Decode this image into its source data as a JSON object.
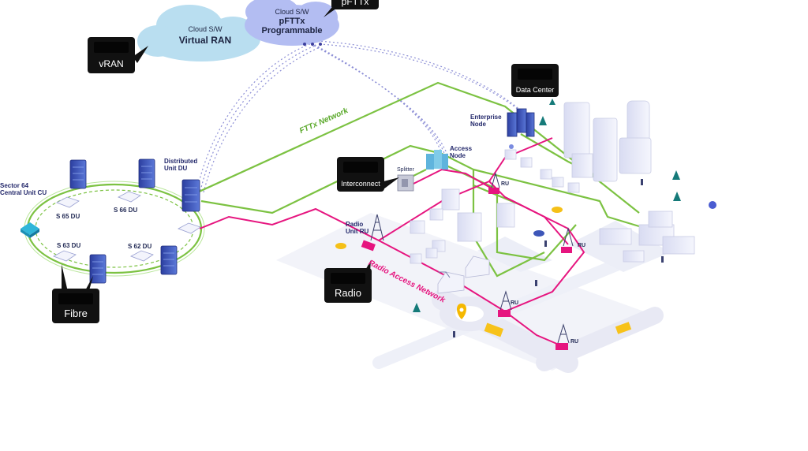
{
  "clouds": {
    "vran": {
      "kicker": "Cloud S/W",
      "title": "Virtual RAN"
    },
    "pfttx": {
      "kicker": "Cloud S/W",
      "title_line1": "pFTTx",
      "title_line2": "Programmable"
    }
  },
  "callouts": {
    "vran": "vRAN",
    "pfttx": "pFTTx",
    "data_center": "Data Center",
    "interconnect": "Interconnect",
    "radio": "Radio",
    "fibre": "Fibre"
  },
  "labels": {
    "central_unit_line1": "Sector 64",
    "central_unit_line2": "Central Unit CU",
    "distributed_line1": "Distributed",
    "distributed_line2": "Unit DU",
    "enterprise_line1": "Enterprise",
    "enterprise_line2": "Node",
    "access_line1": "Access",
    "access_line2": "Node",
    "splitter": "Splitter",
    "radio_unit_line1": "Radio",
    "radio_unit_line2": "Unit RU",
    "ftx_network": "FTTx Network",
    "radio_access_network": "Radio Access Network",
    "du_s65": "S 65 DU",
    "du_s66": "S 66 DU",
    "du_s63": "S 63 DU",
    "du_s62": "S 62 DU",
    "ru": "RU"
  },
  "colors": {
    "fibre_green": "#7cc242",
    "radio_magenta": "#e6157f",
    "cloud_blue": "#b9def0",
    "cloud_lavender": "#b3bdf2",
    "server_blue": "#3d56b8",
    "dotted_link": "#8d8fd6",
    "callout_bg": "#111111",
    "label_navy": "#23286b"
  },
  "icons": [
    "server-rack-icon",
    "router-icon",
    "cell-tower-icon",
    "building-icon",
    "house-icon",
    "tree-icon",
    "truck-icon",
    "car-icon",
    "person-icon",
    "splitter-box-icon",
    "map-pin-icon"
  ]
}
